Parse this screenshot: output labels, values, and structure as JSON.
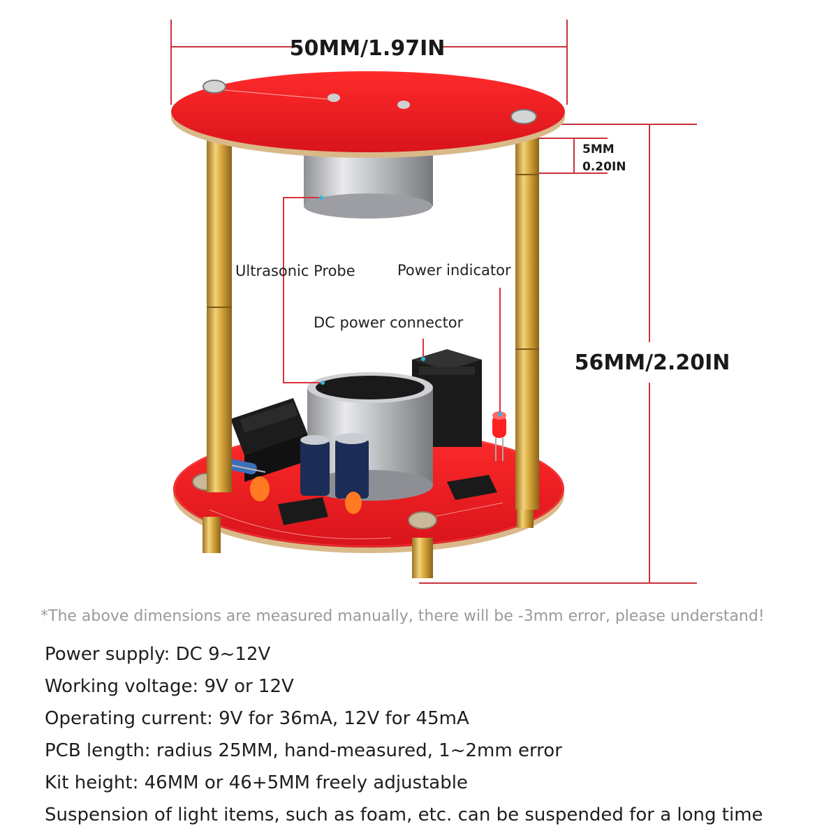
{
  "dimensions": {
    "width": "50MM/1.97IN",
    "height": "56MM/2.20IN",
    "standoff_mm": "5MM",
    "standoff_in": "0.20IN"
  },
  "callouts": {
    "ultrasonic_probe": "Ultrasonic Probe",
    "power_indicator": "Power indicator",
    "dc_power_connector": "DC power connector"
  },
  "note": "*The above dimensions are measured manually, there will be -3mm error, please understand!",
  "specs": [
    "Power supply: DC 9~12V",
    "Working voltage: 9V or 12V",
    "Operating current: 9V for 36mA, 12V for 45mA",
    "PCB length: radius 25MM, hand-measured, 1~2mm error",
    "Kit height: 46MM or 46+5MM freely adjustable",
    "Suspension of light items, such as foam, etc. can be suspended for a long time"
  ],
  "colors": {
    "pcb_red": "#e8191f",
    "brass": "#d4a437",
    "dimension_line": "#c8323c",
    "callout_line": "#d9323a"
  }
}
